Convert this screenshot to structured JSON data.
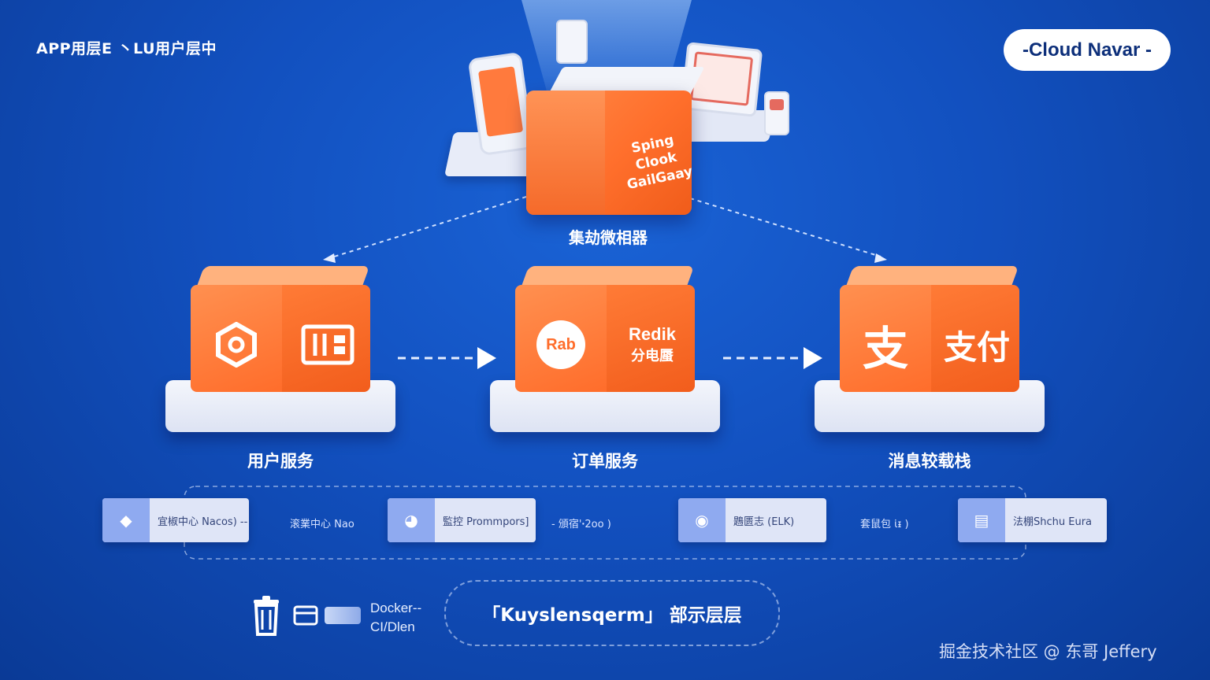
{
  "header": {
    "title": "APP用层E 丶LU用户层中",
    "brand": "-Cloud Navar -"
  },
  "gateway": {
    "cube_label_line1": "Sping Clook",
    "cube_label_line2": "GailGaay",
    "caption": "集劫微相器"
  },
  "services": [
    {
      "caption": "用户服务",
      "icon": "hexagon-ring-icon",
      "right_icon": "table-card-icon"
    },
    {
      "caption": "订单服务",
      "left_text": "Rab",
      "right_text_line1": "Redik",
      "right_text_line2": "分电蜃"
    },
    {
      "caption": "消息较载栈",
      "left_text": "支",
      "right_text": "支付"
    }
  ],
  "infrastructure": [
    {
      "icon": "stack-icon",
      "label": "宜椒中心 Nacos) --"
    },
    {
      "middle": "滚業中心 Nao"
    },
    {
      "icon": "gauge-icon",
      "label": "監控 Prommpors]"
    },
    {
      "middle": "-  頒宿'ꞏ2oo )"
    },
    {
      "icon": "eye-icon",
      "label": "鶗匮志  (ELK)"
    },
    {
      "middle": "套鼠包 ι̇ᵻ )"
    },
    {
      "icon": "box-icon",
      "label": "法棚Shchu Eura"
    }
  ],
  "bottom": {
    "docker_line1": "Docker--",
    "docker_line2": "CI/Dlen",
    "deploy_label": "「Kuyslensqerm」 部示层层"
  },
  "watermark": "掘金技术社区 @ 东哥 Jeffery",
  "colors": {
    "background": "#1250bf",
    "accent_orange": "#ff6f2c",
    "platform": "#e8ecf8"
  }
}
